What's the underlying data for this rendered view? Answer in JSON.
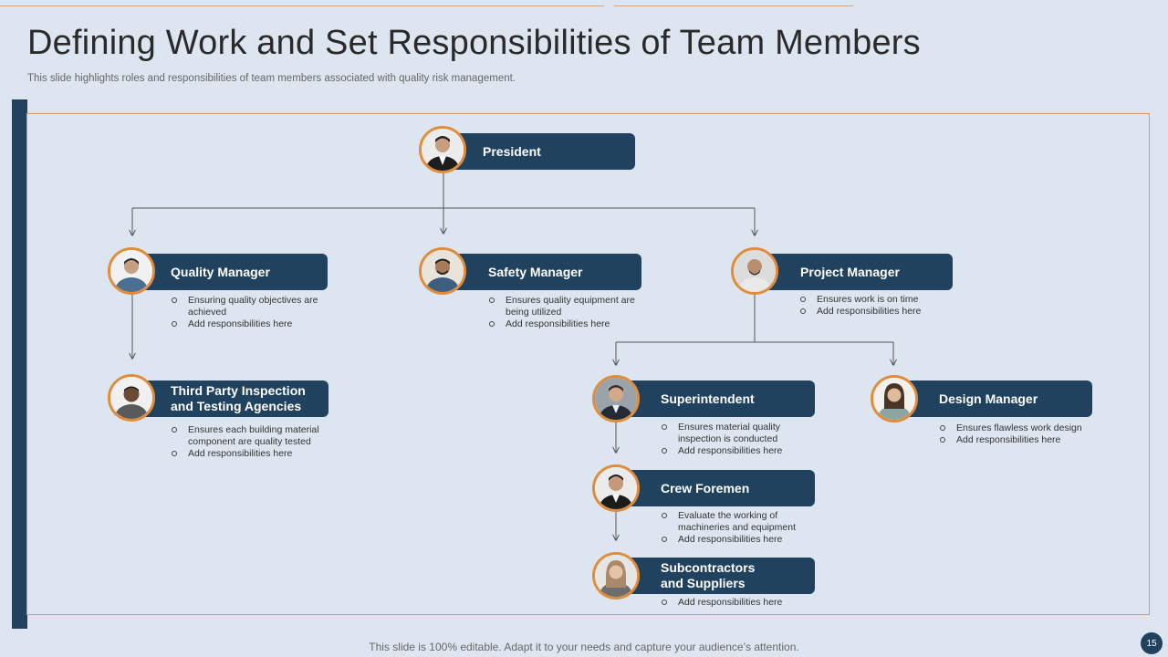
{
  "slide": {
    "title": "Defining Work and Set Responsibilities of Team Members",
    "subtitle": "This slide highlights roles and responsibilities of team members associated with quality risk management.",
    "footer": "This slide is 100% editable. Adapt it to your needs and capture your audience’s attention.",
    "page_number": "15"
  },
  "colors": {
    "accent_orange": "#e08c3a",
    "navy": "#20425f",
    "background": "#dde6f0"
  },
  "org": {
    "president": {
      "title": "President",
      "avatar_icon": "person-photo-icon"
    },
    "quality_manager": {
      "title": "Quality Manager",
      "avatar_icon": "person-photo-icon",
      "responsibilities": [
        "Ensuring quality objectives are achieved",
        "Add responsibilities here"
      ]
    },
    "safety_manager": {
      "title": "Safety Manager",
      "avatar_icon": "person-photo-icon",
      "responsibilities": [
        "Ensures quality equipment are being utilized",
        "Add responsibilities here"
      ]
    },
    "project_manager": {
      "title": "Project Manager",
      "avatar_icon": "person-photo-icon",
      "responsibilities": [
        "Ensures work is on time",
        "Add responsibilities here"
      ]
    },
    "third_party": {
      "title_line1": "Third Party Inspection",
      "title_line2": "and Testing Agencies",
      "avatar_icon": "person-photo-icon",
      "responsibilities": [
        "Ensures each building material component are quality tested",
        "Add responsibilities here"
      ]
    },
    "superintendent": {
      "title": "Superintendent",
      "avatar_icon": "person-photo-icon",
      "responsibilities": [
        "Ensures material quality inspection is conducted",
        "Add responsibilities here"
      ]
    },
    "design_manager": {
      "title": "Design Manager",
      "avatar_icon": "person-photo-icon",
      "responsibilities": [
        "Ensures flawless work design",
        "Add responsibilities here"
      ]
    },
    "crew_foremen": {
      "title": "Crew Foremen",
      "avatar_icon": "person-photo-icon",
      "responsibilities": [
        "Evaluate the working of machineries and equipment",
        "Add responsibilities here"
      ]
    },
    "subcontractors": {
      "title_line1": "Subcontractors",
      "title_line2": "and Suppliers",
      "avatar_icon": "person-photo-icon",
      "responsibilities": [
        "Add responsibilities here"
      ]
    }
  }
}
